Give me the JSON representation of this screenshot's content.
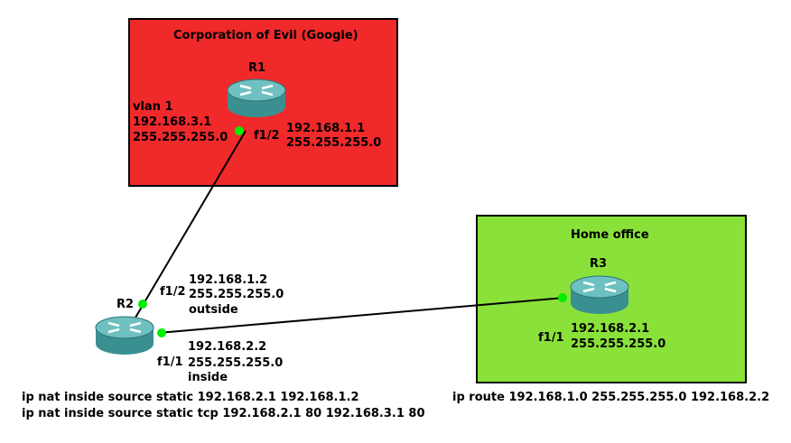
{
  "zones": {
    "corp": {
      "title": "Corporation of Evil (Google)",
      "color": "#f0292b"
    },
    "home": {
      "title": "Home office",
      "color": "#8ae13a"
    }
  },
  "routers": {
    "r1": {
      "name": "R1",
      "icon": "router-icon"
    },
    "r2": {
      "name": "R2",
      "icon": "router-icon"
    },
    "r3": {
      "name": "R3",
      "icon": "router-icon"
    }
  },
  "interfaces": {
    "r1_f12": {
      "port": "f1/2",
      "ip": "192.168.1.1",
      "mask": "255.255.255.0"
    },
    "r1_vlan1": {
      "port": "vlan 1",
      "ip": "192.168.3.1",
      "mask": "255.255.255.0"
    },
    "r2_f12": {
      "port": "f1/2",
      "ip": "192.168.1.2",
      "mask": "255.255.255.0",
      "role": "outside"
    },
    "r2_f11": {
      "port": "f1/1",
      "ip": "192.168.2.2",
      "mask": "255.255.255.0",
      "role": "inside"
    },
    "r3_f11": {
      "port": "f1/1",
      "ip": "192.168.2.1",
      "mask": "255.255.255.0"
    }
  },
  "commands": {
    "r2_line1": "ip nat inside source static 192.168.2.1 192.168.1.2",
    "r2_line2": "ip nat inside source static tcp 192.168.2.1 80 192.168.3.1 80",
    "r3_line1": "ip route 192.168.1.0 255.255.255.0 192.168.2.2"
  },
  "colors": {
    "link": "#000000",
    "port_dot": "#00ee00",
    "router_body": "#3a9090",
    "router_top": "#5fb3b3"
  }
}
